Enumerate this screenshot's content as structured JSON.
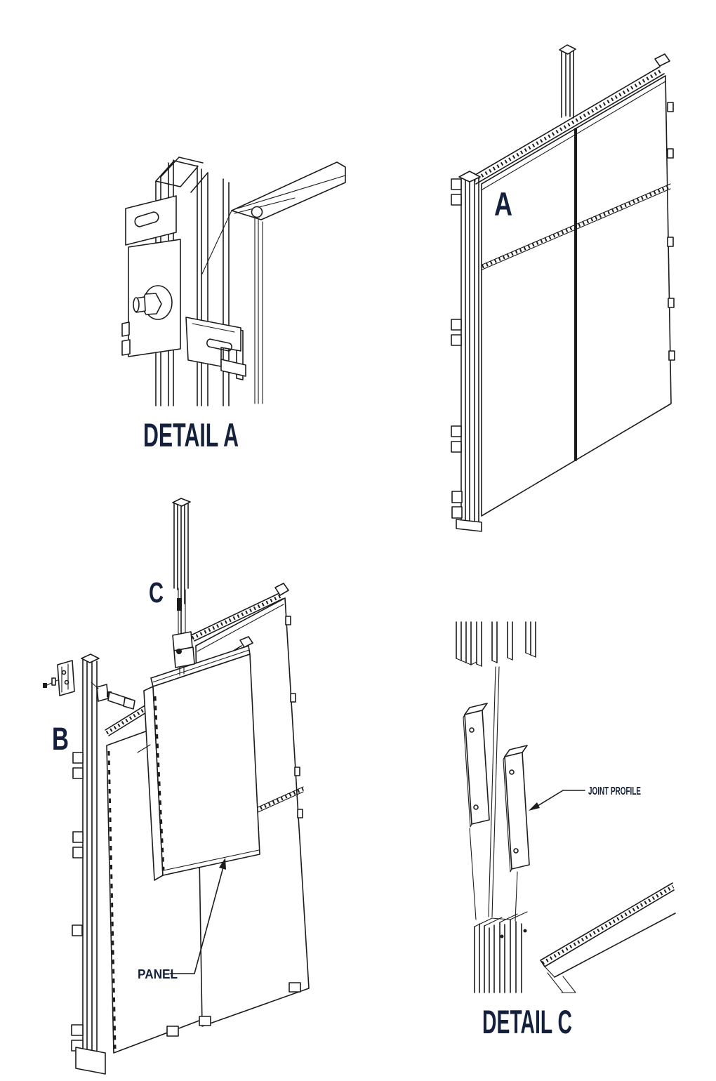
{
  "drawing": {
    "type": "facade-panel-installation-technical-drawing",
    "labels": {
      "detail_a_title": "DETAIL A",
      "detail_c_title": "DETAIL C",
      "callout_a": "A",
      "callout_b": "B",
      "callout_c": "C",
      "panel_label": "PANEL",
      "joint_profile_label": "JOINT PROFILE"
    },
    "colors": {
      "background": "#ffffff",
      "line": "#1c1c1c",
      "text": "#14203c"
    }
  }
}
